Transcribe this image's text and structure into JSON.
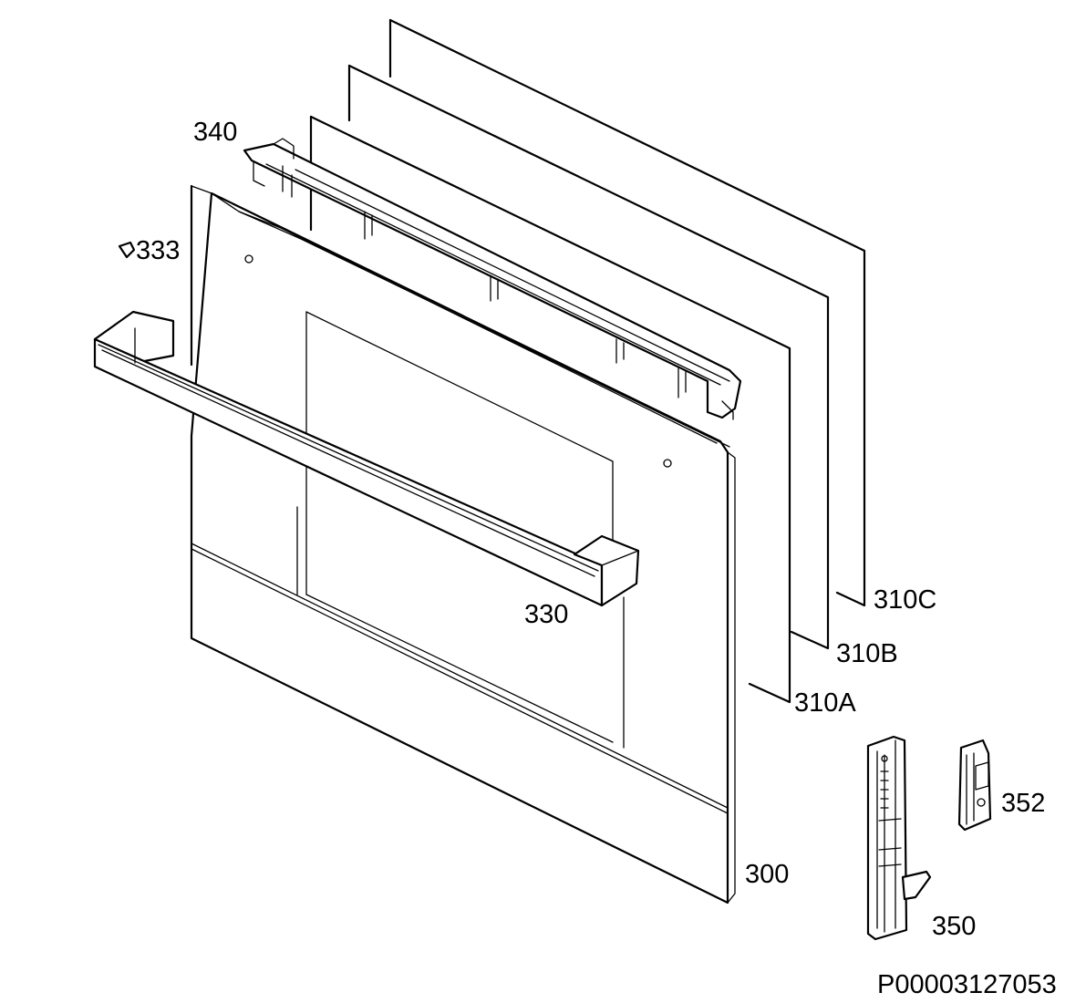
{
  "diagram": {
    "callouts": [
      {
        "id": "p340",
        "label": "340"
      },
      {
        "id": "p333",
        "label": "333"
      },
      {
        "id": "p330",
        "label": "330"
      },
      {
        "id": "p310C",
        "label": "310C"
      },
      {
        "id": "p310B",
        "label": "310B"
      },
      {
        "id": "p310A",
        "label": "310A"
      },
      {
        "id": "p300",
        "label": "300"
      },
      {
        "id": "p352",
        "label": "352"
      },
      {
        "id": "p350",
        "label": "350"
      }
    ],
    "document_id": "P00003127053"
  }
}
